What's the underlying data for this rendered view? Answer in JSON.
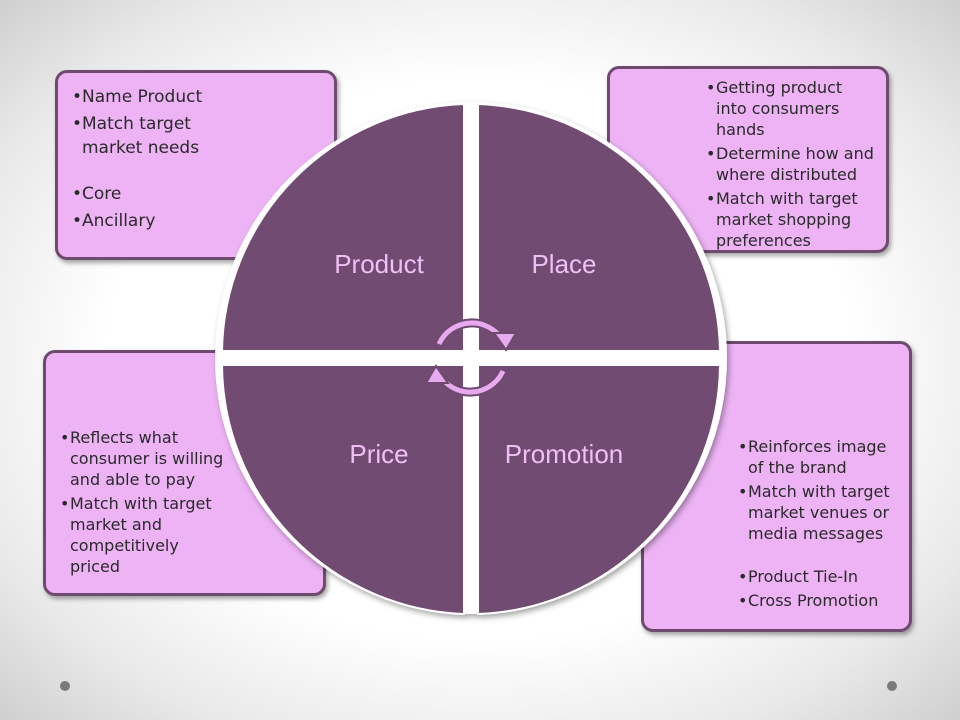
{
  "quadrants": {
    "product": {
      "label": "Product",
      "items": [
        "Name Product",
        "Match target market needs",
        "Core",
        "Ancillary"
      ]
    },
    "place": {
      "label": "Place",
      "items": [
        "Getting product into consumers hands",
        "Determine how and where distributed",
        "Match with target market shopping preferences"
      ]
    },
    "price": {
      "label": "Price",
      "items": [
        "Reflects what consumer is willing and able to pay",
        "Match with target market and competitively priced"
      ]
    },
    "promotion": {
      "label": "Promotion",
      "items": [
        "Reinforces image of the brand",
        "Match with target market venues or media messages",
        "Product Tie-In",
        "Cross Promotion"
      ]
    }
  },
  "colors": {
    "box_fill": "#edb3f5",
    "box_border": "#6e4a6e",
    "wheel_fill": "#724c72",
    "wheel_label": "#f0bff5",
    "divider": "#ffffff"
  },
  "icons": [
    "cycle-arrows-icon"
  ]
}
